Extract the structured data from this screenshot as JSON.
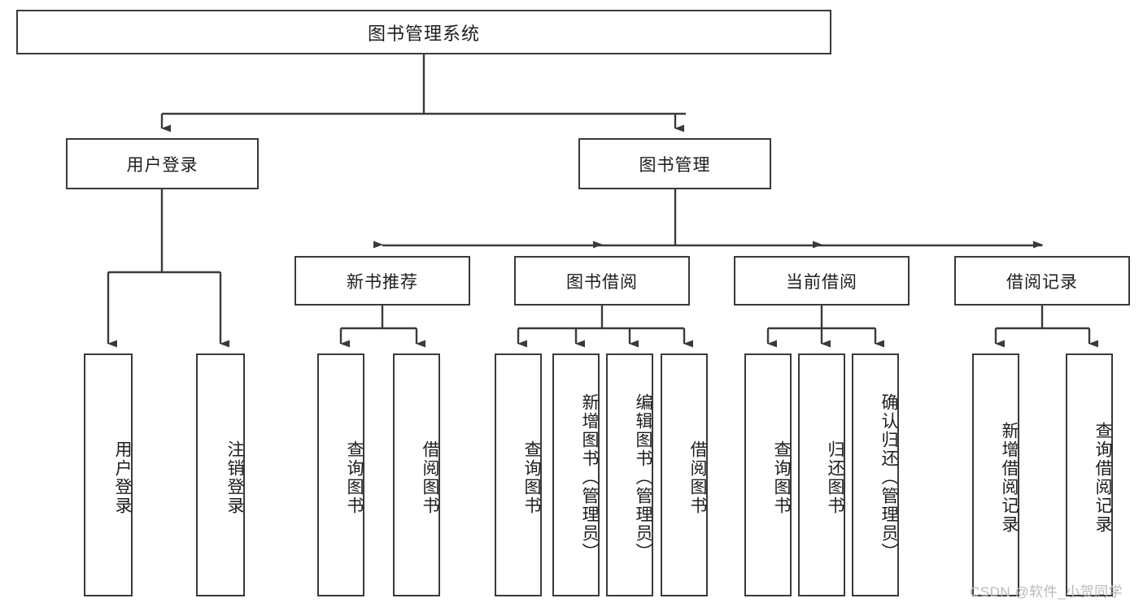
{
  "diagram": {
    "title": "图书管理系统",
    "type": "tree-hierarchy-diagram",
    "root": {
      "label": "图书管理系统"
    },
    "level2": [
      {
        "label": "用户登录"
      },
      {
        "label": "图书管理"
      }
    ],
    "level3": [
      {
        "label": "新书推荐"
      },
      {
        "label": "图书借阅"
      },
      {
        "label": "当前借阅"
      },
      {
        "label": "借阅记录"
      }
    ],
    "leaves": {
      "user_login": [
        {
          "label": "用户登录"
        },
        {
          "label": "注销登录"
        }
      ],
      "new_book_recommend": [
        {
          "label": "查询图书"
        },
        {
          "label": "借阅图书"
        }
      ],
      "book_borrow": [
        {
          "label": "查询图书"
        },
        {
          "label": "新增图书（管理员）"
        },
        {
          "label": "编辑图书（管理员）"
        },
        {
          "label": "借阅图书"
        }
      ],
      "current_borrow": [
        {
          "label": "查询图书"
        },
        {
          "label": "归还图书"
        },
        {
          "label": "确认归还（管理员）"
        }
      ],
      "borrow_record": [
        {
          "label": "新增借阅记录"
        },
        {
          "label": "查询借阅记录"
        }
      ]
    }
  },
  "watermark": {
    "text": "CSDN @软件_小贺同学"
  },
  "colors": {
    "stroke": "#3a3a3a",
    "box_fill": "#ffffff",
    "text": "#1d1d1d",
    "watermark": "#b9b9b9",
    "background": "#ffffff"
  }
}
